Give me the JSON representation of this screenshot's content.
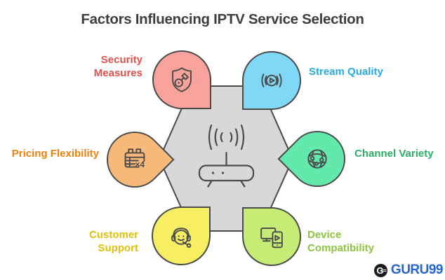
{
  "title": "Factors Influencing IPTV Service Selection",
  "center": {
    "icon": "wifi-router-icon",
    "hexagon_fill": "#D8D8D8",
    "outline_color": "#4A4A4A"
  },
  "factors": [
    {
      "name": "security-measures",
      "lines": [
        "Security",
        "Measures"
      ],
      "fill": "#F8A29C",
      "label_color": "#E2504C",
      "icon": "shield-key-icon"
    },
    {
      "name": "stream-quality",
      "lines": [
        "Stream Quality"
      ],
      "fill": "#7FD9F6",
      "label_color": "#29ABE2",
      "icon": "broadcast-play-icon"
    },
    {
      "name": "pricing-flexibility",
      "lines": [
        "Pricing Flexibility"
      ],
      "fill": "#F8BA7B",
      "label_color": "#E8820C",
      "icon": "rate-table-icon",
      "icon_text": "×4"
    },
    {
      "name": "channel-variety",
      "lines": [
        "Channel Variety"
      ],
      "fill": "#63E9AC",
      "label_color": "#2BAE66",
      "icon": "globe-network-icon"
    },
    {
      "name": "customer-support",
      "lines": [
        "Customer",
        "Support"
      ],
      "fill": "#F7EE63",
      "label_color": "#E0C00A",
      "icon": "headset-agent-icon"
    },
    {
      "name": "device-compatibility",
      "lines": [
        "Device",
        "Compatibility"
      ],
      "fill": "#C7EC75",
      "label_color": "#8CC63F",
      "icon": "multi-device-icon"
    }
  ],
  "brand": {
    "text": "GURU99",
    "color": "#2765CF"
  }
}
